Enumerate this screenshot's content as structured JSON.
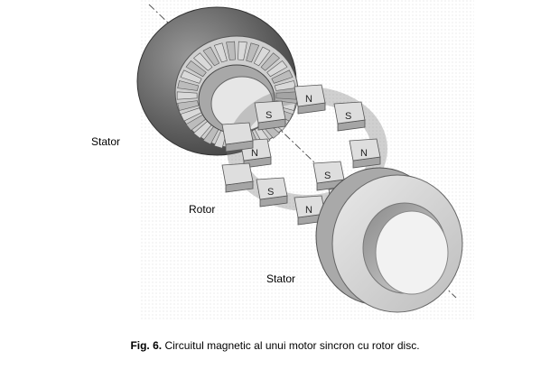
{
  "labels": {
    "stator_top": "Stator",
    "rotor": "Rotor",
    "stator_bottom": "Stator"
  },
  "poles": {
    "north": "N",
    "south": "S"
  },
  "caption": {
    "figure_number": "Fig. 6.",
    "text": " Circuitul magnetic al unui motor sincron cu rotor disc."
  }
}
